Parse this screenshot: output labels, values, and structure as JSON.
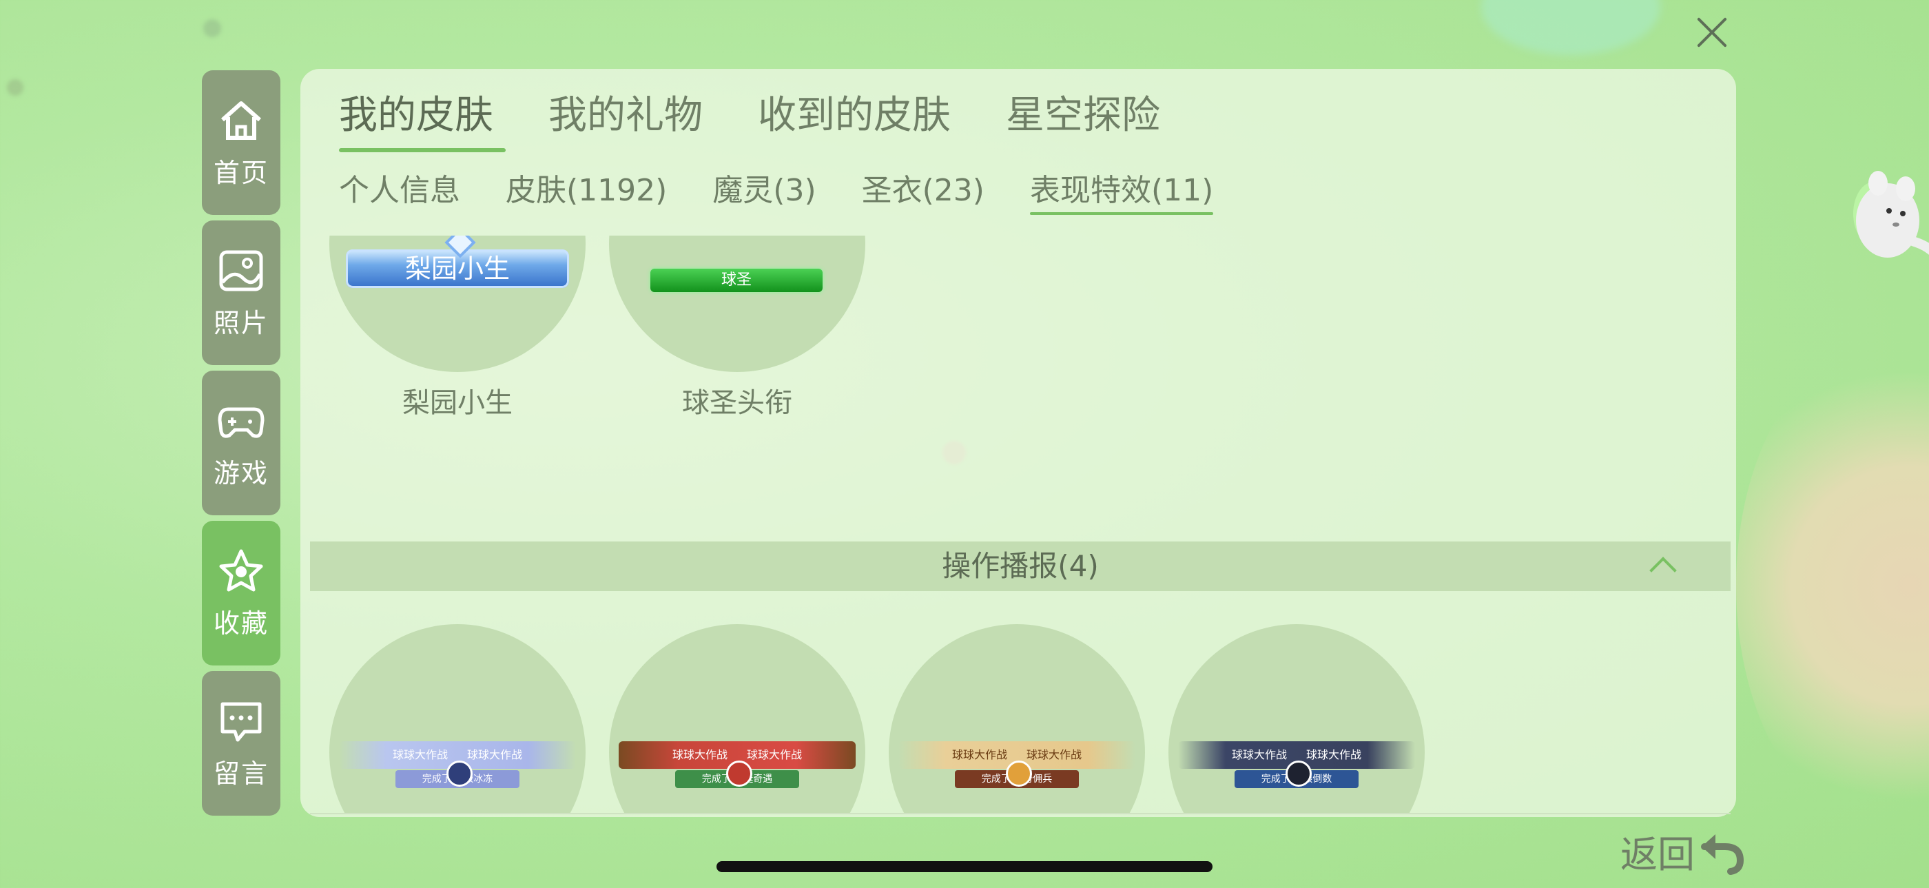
{
  "sidebar": {
    "items": [
      {
        "label": "首页",
        "icon": "home-icon"
      },
      {
        "label": "照片",
        "icon": "photo-icon"
      },
      {
        "label": "游戏",
        "icon": "gamepad-icon"
      },
      {
        "label": "收藏",
        "icon": "star-icon",
        "active": true
      },
      {
        "label": "留言",
        "icon": "message-icon"
      }
    ]
  },
  "tabs": [
    "我的皮肤",
    "我的礼物",
    "收到的皮肤",
    "星空探险"
  ],
  "active_tab": "我的皮肤",
  "subtabs": [
    "个人信息",
    "皮肤(1192)",
    "魔灵(3)",
    "圣衣(23)",
    "表现特效(11)"
  ],
  "active_subtab": "表现特效(11)",
  "titles_section": {
    "items": [
      {
        "label": "梨园小生",
        "badge_text": "梨园小生"
      },
      {
        "label": "球圣头衔",
        "badge_text": "球圣"
      }
    ]
  },
  "broadcast_section": {
    "title": "操作播报(4)",
    "items": [
      {
        "left": "球球大作战",
        "right": "球球大作战",
        "sub": "完成了 超级冰冻"
      },
      {
        "left": "球球大作战",
        "right": "球球大作战",
        "sub": "完成了 圣诞奇遇"
      },
      {
        "left": "球球大作战",
        "right": "球球大作战",
        "sub": "完成了 传奇佣兵"
      },
      {
        "left": "球球大作战",
        "right": "球球大作战",
        "sub": "完成了 极限倒数"
      }
    ]
  },
  "back_label": "返回",
  "colors": {
    "accent": "#79c162",
    "sidebar_bg": "#8b9e7c",
    "circle_bg": "#c3ddb2"
  }
}
